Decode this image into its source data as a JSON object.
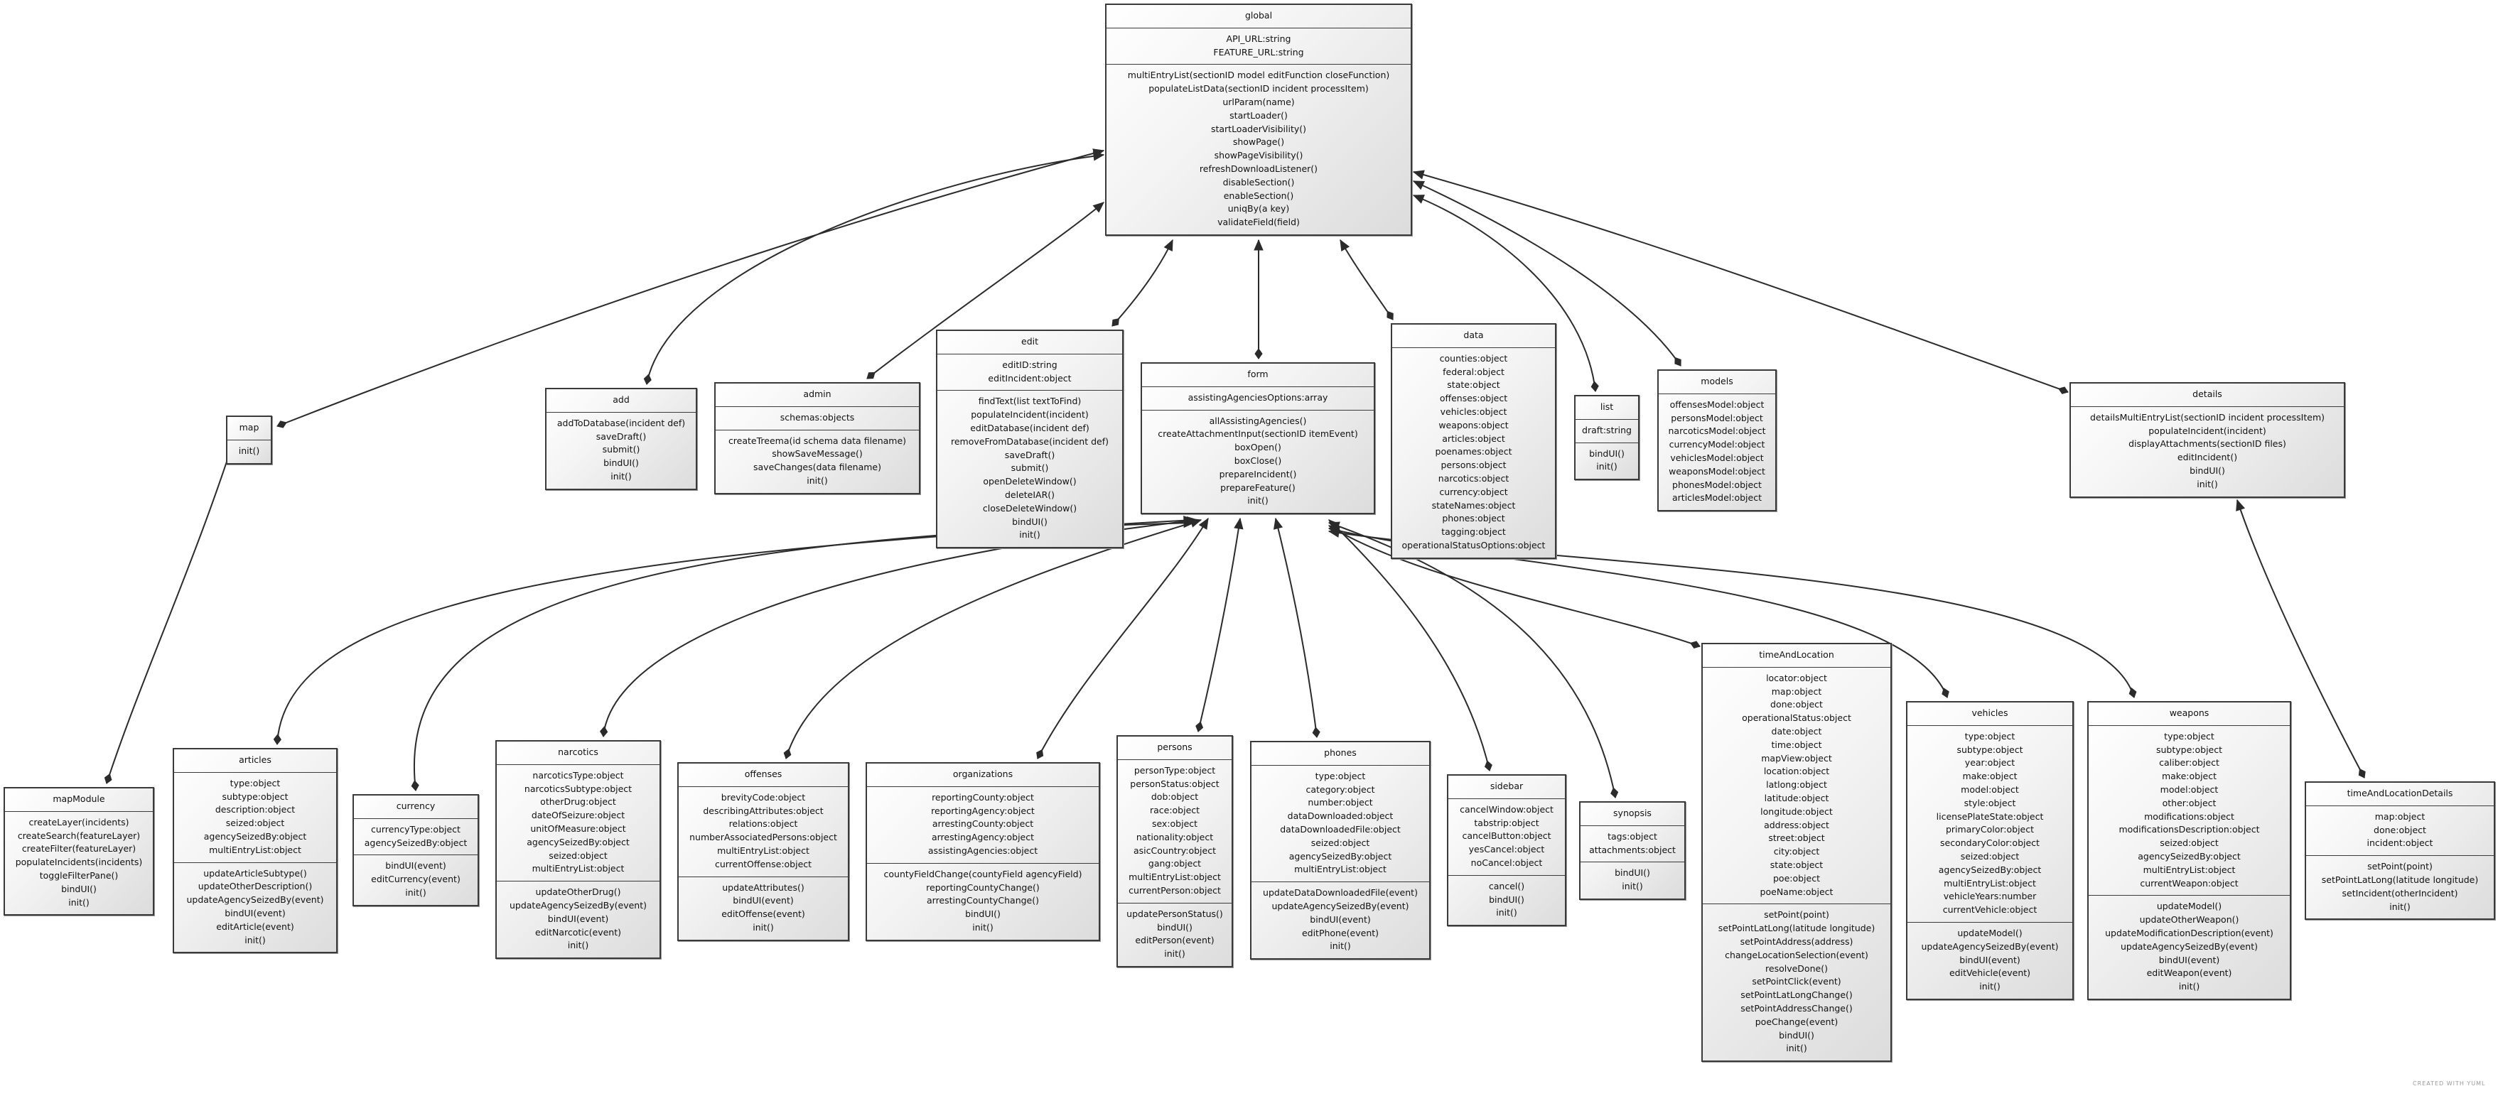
{
  "classes": {
    "global": {
      "name": "global",
      "attrs": [
        "API_URL:string",
        "FEATURE_URL:string"
      ],
      "ops": [
        "multiEntryList(sectionID model editFunction closeFunction)",
        "populateListData(sectionID incident processItem)",
        "urlParam(name)",
        "startLoader()",
        "startLoaderVisibility()",
        "showPage()",
        "showPageVisibility()",
        "refreshDownloadListener()",
        "disableSection()",
        "enableSection()",
        "uniqBy(a key)",
        "validateField(field)"
      ]
    },
    "map": {
      "name": "map",
      "attrs": [],
      "ops": [
        "init()"
      ]
    },
    "add": {
      "name": "add",
      "attrs": [],
      "ops": [
        "addToDatabase(incident def)",
        "saveDraft()",
        "submit()",
        "bindUI()",
        "init()"
      ]
    },
    "admin": {
      "name": "admin",
      "attrs": [
        "schemas:objects"
      ],
      "ops": [
        "createTreema(id schema data filename)",
        "showSaveMessage()",
        "saveChanges(data filename)",
        "init()"
      ]
    },
    "edit": {
      "name": "edit",
      "attrs": [
        "editID:string",
        "editIncident:object"
      ],
      "ops": [
        "findText(list textToFind)",
        "populateIncident(incident)",
        "editDatabase(incident def)",
        "removeFromDatabase(incident def)",
        "saveDraft()",
        "submit()",
        "openDeleteWindow()",
        "deleteIAR()",
        "closeDeleteWindow()",
        "bindUI()",
        "init()"
      ]
    },
    "form": {
      "name": "form",
      "attrs": [
        "assistingAgenciesOptions:array"
      ],
      "ops": [
        "allAssistingAgencies()",
        "createAttachmentInput(sectionID itemEvent)",
        "boxOpen()",
        "boxClose()",
        "prepareIncident()",
        "prepareFeature()",
        "init()"
      ]
    },
    "data": {
      "name": "data",
      "attrs": [],
      "ops": [
        "counties:object",
        "federal:object",
        "state:object",
        "offenses:object",
        "vehicles:object",
        "weapons:object",
        "articles:object",
        "poenames:object",
        "persons:object",
        "narcotics:object",
        "currency:object",
        "stateNames:object",
        "phones:object",
        "tagging:object",
        "operationalStatusOptions:object"
      ]
    },
    "list": {
      "name": "list",
      "attrs": [
        "draft:string"
      ],
      "ops": [
        "bindUI()",
        "init()"
      ]
    },
    "models": {
      "name": "models",
      "attrs": [],
      "ops": [
        "offensesModel:object",
        "personsModel:object",
        "narcoticsModel:object",
        "currencyModel:object",
        "vehiclesModel:object",
        "weaponsModel:object",
        "phonesModel:object",
        "articlesModel:object"
      ]
    },
    "details": {
      "name": "details",
      "attrs": [],
      "ops": [
        "detailsMultiEntryList(sectionID incident processItem)",
        "populateIncident(incident)",
        "displayAttachments(sectionID files)",
        "editIncident()",
        "bindUI()",
        "init()"
      ]
    },
    "mapModule": {
      "name": "mapModule",
      "attrs": [],
      "ops": [
        "createLayer(incidents)",
        "createSearch(featureLayer)",
        "createFilter(featureLayer)",
        "populateIncidents(incidents)",
        "toggleFilterPane()",
        "bindUI()",
        "init()"
      ]
    },
    "articles": {
      "name": "articles",
      "attrs": [
        "type:object",
        "subtype:object",
        "description:object",
        "seized:object",
        "agencySeizedBy:object",
        "multiEntryList:object"
      ],
      "ops": [
        "updateArticleSubtype()",
        "updateOtherDescription()",
        "updateAgencySeizedBy(event)",
        "bindUI(event)",
        "editArticle(event)",
        "init()"
      ]
    },
    "currency": {
      "name": "currency",
      "attrs": [
        "currencyType:object",
        "agencySeizedBy:object"
      ],
      "ops": [
        "bindUI(event)",
        "editCurrency(event)",
        "init()"
      ]
    },
    "narcotics": {
      "name": "narcotics",
      "attrs": [
        "narcoticsType:object",
        "narcoticsSubtype:object",
        "otherDrug:object",
        "dateOfSeizure:object",
        "unitOfMeasure:object",
        "agencySeizedBy:object",
        "seized:object",
        "multiEntryList:object"
      ],
      "ops": [
        "updateOtherDrug()",
        "updateAgencySeizedBy(event)",
        "bindUI(event)",
        "editNarcotic(event)",
        "init()"
      ]
    },
    "offenses": {
      "name": "offenses",
      "attrs": [
        "brevityCode:object",
        "describingAttributes:object",
        "relations:object",
        "numberAssociatedPersons:object",
        "multiEntryList:object",
        "currentOffense:object"
      ],
      "ops": [
        "updateAttributes()",
        "bindUI(event)",
        "editOffense(event)",
        "init()"
      ]
    },
    "organizations": {
      "name": "organizations",
      "attrs": [
        "reportingCounty:object",
        "reportingAgency:object",
        "arrestingCounty:object",
        "arrestingAgency:object",
        "assistingAgencies:object"
      ],
      "ops": [
        "countyFieldChange(countyField agencyField)",
        "reportingCountyChange()",
        "arrestingCountyChange()",
        "bindUI()",
        "init()"
      ]
    },
    "persons": {
      "name": "persons",
      "attrs": [
        "personType:object",
        "personStatus:object",
        "dob:object",
        "race:object",
        "sex:object",
        "nationality:object",
        "asicCountry:object",
        "gang:object",
        "multiEntryList:object",
        "currentPerson:object"
      ],
      "ops": [
        "updatePersonStatus()",
        "bindUI()",
        "editPerson(event)",
        "init()"
      ]
    },
    "phones": {
      "name": "phones",
      "attrs": [
        "type:object",
        "category:object",
        "number:object",
        "dataDownloaded:object",
        "dataDownloadedFile:object",
        "seized:object",
        "agencySeizedBy:object",
        "multiEntryList:object"
      ],
      "ops": [
        "updateDataDownloadedFile(event)",
        "updateAgencySeizedBy(event)",
        "bindUI(event)",
        "editPhone(event)",
        "init()"
      ]
    },
    "sidebar": {
      "name": "sidebar",
      "attrs": [
        "cancelWindow:object",
        "tabstrip:object",
        "cancelButton:object",
        "yesCancel:object",
        "noCancel:object"
      ],
      "ops": [
        "cancel()",
        "bindUI()",
        "init()"
      ]
    },
    "synopsis": {
      "name": "synopsis",
      "attrs": [
        "tags:object",
        "attachments:object"
      ],
      "ops": [
        "bindUI()",
        "init()"
      ]
    },
    "timeAndLocation": {
      "name": "timeAndLocation",
      "attrs": [
        "locator:object",
        "map:object",
        "done:object",
        "operationalStatus:object",
        "date:object",
        "time:object",
        "mapView:object",
        "location:object",
        "latlong:object",
        "latitude:object",
        "longitude:object",
        "address:object",
        "street:object",
        "city:object",
        "state:object",
        "poe:object",
        "poeName:object"
      ],
      "ops": [
        "setPoint(point)",
        "setPointLatLong(latitude longitude)",
        "setPointAddress(address)",
        "changeLocationSelection(event)",
        "resolveDone()",
        "setPointClick(event)",
        "setPointLatLongChange()",
        "setPointAddressChange()",
        "poeChange(event)",
        "bindUI()",
        "init()"
      ]
    },
    "vehicles": {
      "name": "vehicles",
      "attrs": [
        "type:object",
        "subtype:object",
        "year:object",
        "make:object",
        "model:object",
        "style:object",
        "licensePlateState:object",
        "primaryColor:object",
        "secondaryColor:object",
        "seized:object",
        "agencySeizedBy:object",
        "multiEntryList:object",
        "vehicleYears:number",
        "currentVehicle:object"
      ],
      "ops": [
        "updateModel()",
        "updateAgencySeizedBy(event)",
        "bindUI(event)",
        "editVehicle(event)",
        "init()"
      ]
    },
    "weapons": {
      "name": "weapons",
      "attrs": [
        "type:object",
        "subtype:object",
        "caliber:object",
        "make:object",
        "model:object",
        "other:object",
        "modifications:object",
        "modificationsDescription:object",
        "seized:object",
        "agencySeizedBy:object",
        "multiEntryList:object",
        "currentWeapon:object"
      ],
      "ops": [
        "updateModel()",
        "updateOtherWeapon()",
        "updateModificationDescription(event)",
        "updateAgencySeizedBy(event)",
        "bindUI(event)",
        "editWeapon(event)",
        "init()"
      ]
    },
    "timeAndLocationDetails": {
      "name": "timeAndLocationDetails",
      "attrs": [
        "map:object",
        "done:object",
        "incident:object"
      ],
      "ops": [
        "setPoint(point)",
        "setPointLatLong(latitude longitude)",
        "setIncident(otherIncident)",
        "init()"
      ]
    }
  },
  "credit": "CREATED WITH YUML",
  "colors": {
    "line": "#2b2b2b",
    "border": "#3a3a3a",
    "fill": "#e6e6e6"
  }
}
